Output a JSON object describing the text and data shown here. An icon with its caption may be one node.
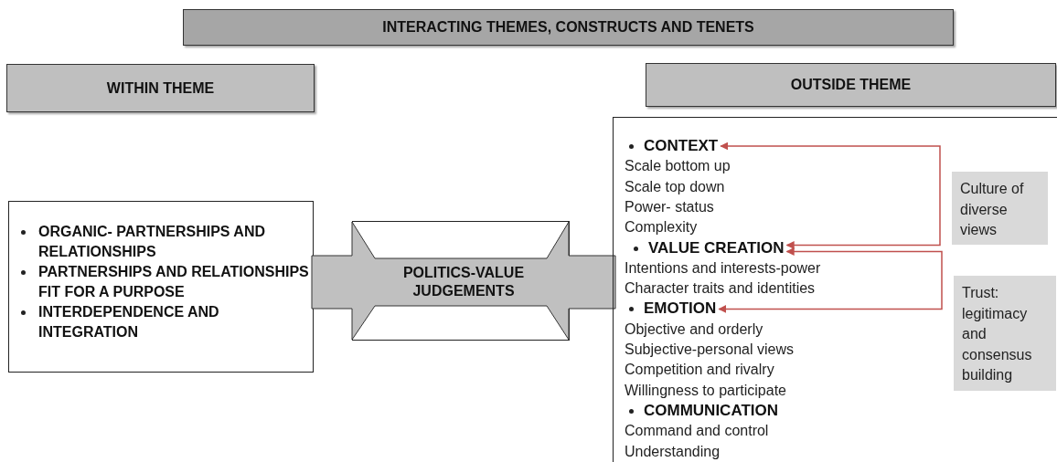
{
  "diagram": {
    "nodes": [
      {
        "text": [
          "INTERACTING THEMES, CONSTRUCTS AND TENETS"
        ]
      },
      {
        "text": [
          "WITHIN THEME"
        ]
      },
      {
        "text": [
          "OUTSIDE THEME"
        ]
      },
      {
        "text": [
          "ORGANIC- PARTNERSHIPS AND RELATIONSHIPS",
          "PARTNERSHIPS AND RELATIONSHIPS FIT FOR A PURPOSE",
          "INTERDEPENDENCE AND INTEGRATION"
        ]
      },
      {
        "text": [
          "POLITICS-VALUE JUDGEMENTS"
        ]
      },
      {
        "text": [],
        "shape": "box"
      },
      {
        "text": [
          "CONTEXT"
        ],
        "in": 5
      },
      {
        "text": [
          "VALUE CREATION"
        ],
        "in": 5
      },
      {
        "text": [
          "EMOTION"
        ],
        "in": 5
      },
      {
        "text": [
          "COMMUNICATION"
        ],
        "in": 5
      },
      {
        "text": [
          "Culture of diverse views"
        ],
        "in": 5
      },
      {
        "text": [
          "Trust: legitimacy and consensus building"
        ],
        "in": 5
      }
    ],
    "edges": [
      {
        "from": 7,
        "to": 6,
        "arrow": "both",
        "color": "#c0504d"
      },
      {
        "from": 7,
        "to": 8,
        "arrow": "both",
        "color": "#c0504d"
      }
    ],
    "labels": [
      "Scale bottom up",
      "Scale top down",
      "Power- status",
      "Complexity",
      "Intentions and interests-power",
      "Character traits and identities",
      "Objective and orderly",
      "Subjective-personal views",
      "Competition and rivalry",
      "Willingness to participate",
      "Command and control",
      "Understanding"
    ]
  }
}
